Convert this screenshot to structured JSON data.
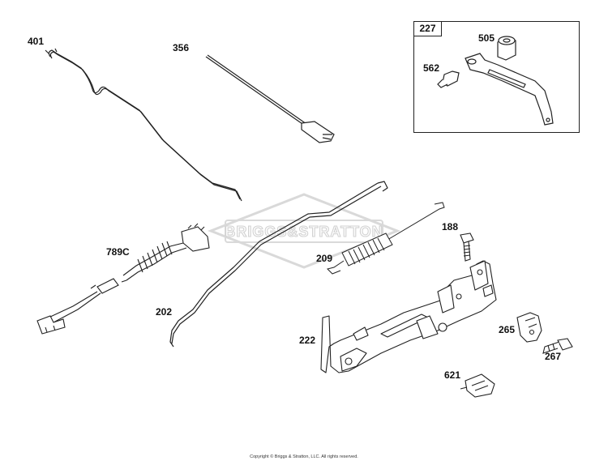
{
  "watermark": {
    "text": "BRIGGS&STRATTON"
  },
  "inset": {
    "label": "227"
  },
  "callouts": {
    "p401": "401",
    "p356": "356",
    "p505": "505",
    "p562": "562",
    "p188": "188",
    "p789C": "789C",
    "p209": "209",
    "p202": "202",
    "p222": "222",
    "p265": "265",
    "p267": "267",
    "p621": "621"
  },
  "footer": {
    "copyright": "Copyright © Briggs & Stratton, LLC. All rights reserved."
  },
  "colors": {
    "line": "#222222",
    "watermark": "#d6d6d6"
  }
}
